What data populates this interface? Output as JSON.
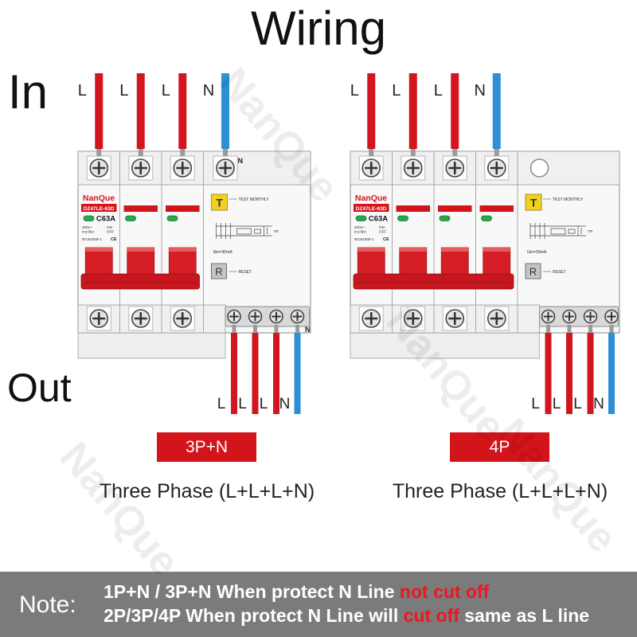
{
  "title": "Wiring",
  "side_labels": {
    "in": "In",
    "out": "Out"
  },
  "watermark": "NanQue",
  "colors": {
    "wire_live": "#d3161d",
    "wire_neutral": "#2b90d6",
    "accent": "#d4141b",
    "indicator": "#2aa64a",
    "test_button": "#f3d11c",
    "note_bg": "#7b7b7b",
    "note_highlight": "#ee1620"
  },
  "breaker_face": {
    "brand": "NanQue",
    "model": "DZ47LE-63D",
    "rating": "C63A",
    "voltage": "400V~",
    "breaking_capacity": "Icu:6kA",
    "on_mark": "ON",
    "off_mark": "OFF",
    "standard": "IEC61009-1",
    "ce_mark": "CE",
    "test_button": "T",
    "test_text": "TEST MONTHLY",
    "trip_mark": "TR",
    "residual_current": "IΔn=30mA",
    "reset_button": "R",
    "reset_text": "RESET"
  },
  "breakers": [
    {
      "tag": "3P+N",
      "caption": "Three Phase (L+L+L+N)",
      "in_wires": [
        "L",
        "L",
        "L",
        "N"
      ],
      "out_wires": [
        "L",
        "L",
        "L",
        "N"
      ],
      "terminal_marks": {
        "top": "N",
        "bottom": "N"
      }
    },
    {
      "tag": "4P",
      "caption": "Three Phase (L+L+L+N)",
      "in_wires": [
        "L",
        "L",
        "L",
        "N"
      ],
      "out_wires": [
        "L",
        "L",
        "L",
        "N"
      ]
    }
  ],
  "note": {
    "label": "Note:",
    "line1": {
      "before": "1P+N / 3P+N When protect N Line ",
      "highlight": "not cut off"
    },
    "line2": {
      "before": "2P/3P/4P When protect N Line will ",
      "highlight": "cut off",
      "after": " same as L line"
    }
  }
}
